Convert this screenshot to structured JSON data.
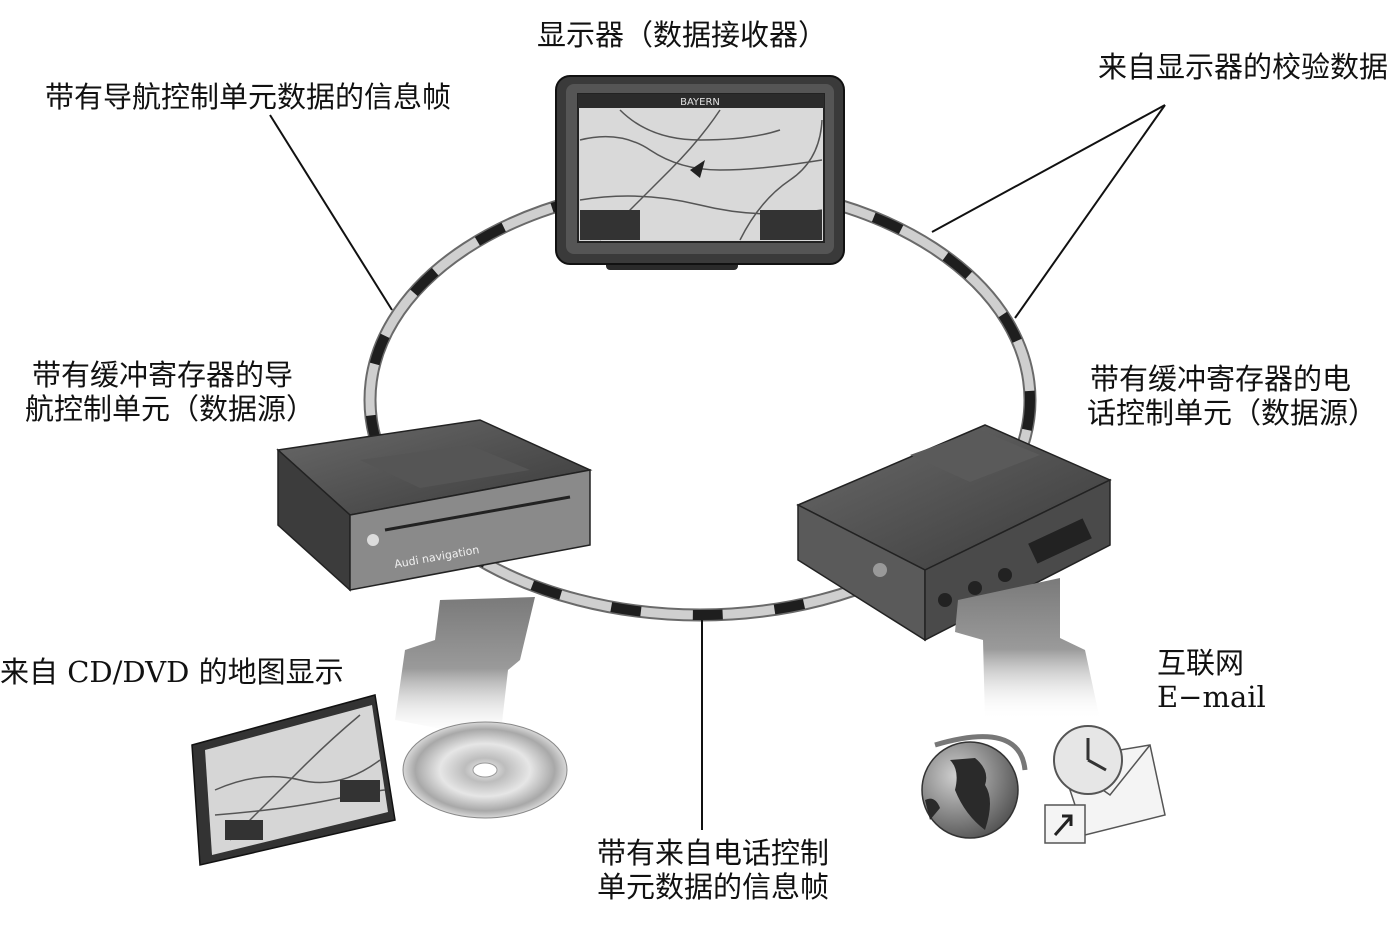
{
  "labels": {
    "display_title": "显示器（数据接收器）",
    "nav_frame": "带有导航控制单元数据的信息帧",
    "checksum": "来自显示器的校验数据",
    "nav_unit_line1": "带有缓冲寄存器的导",
    "nav_unit_line2": "航控制单元（数据源）",
    "phone_unit_line1": "带有缓冲寄存器的电",
    "phone_unit_line2": "话控制单元（数据源）",
    "map_cd": "来自 CD/DVD 的地图显示",
    "internet": "互联网",
    "email": "E−mail",
    "phone_frame_line1": "带有来自电话控制",
    "phone_frame_line2": "单元数据的信息帧"
  },
  "device_text": {
    "nav_brand": "Audi navigation",
    "screen_header": "BAYERN"
  },
  "colors": {
    "ring_light": "#cfcfcf",
    "ring_dark": "#1e1e1e",
    "device_dark": "#4a4a4a",
    "arrow_gray": "#8f8f8f"
  }
}
